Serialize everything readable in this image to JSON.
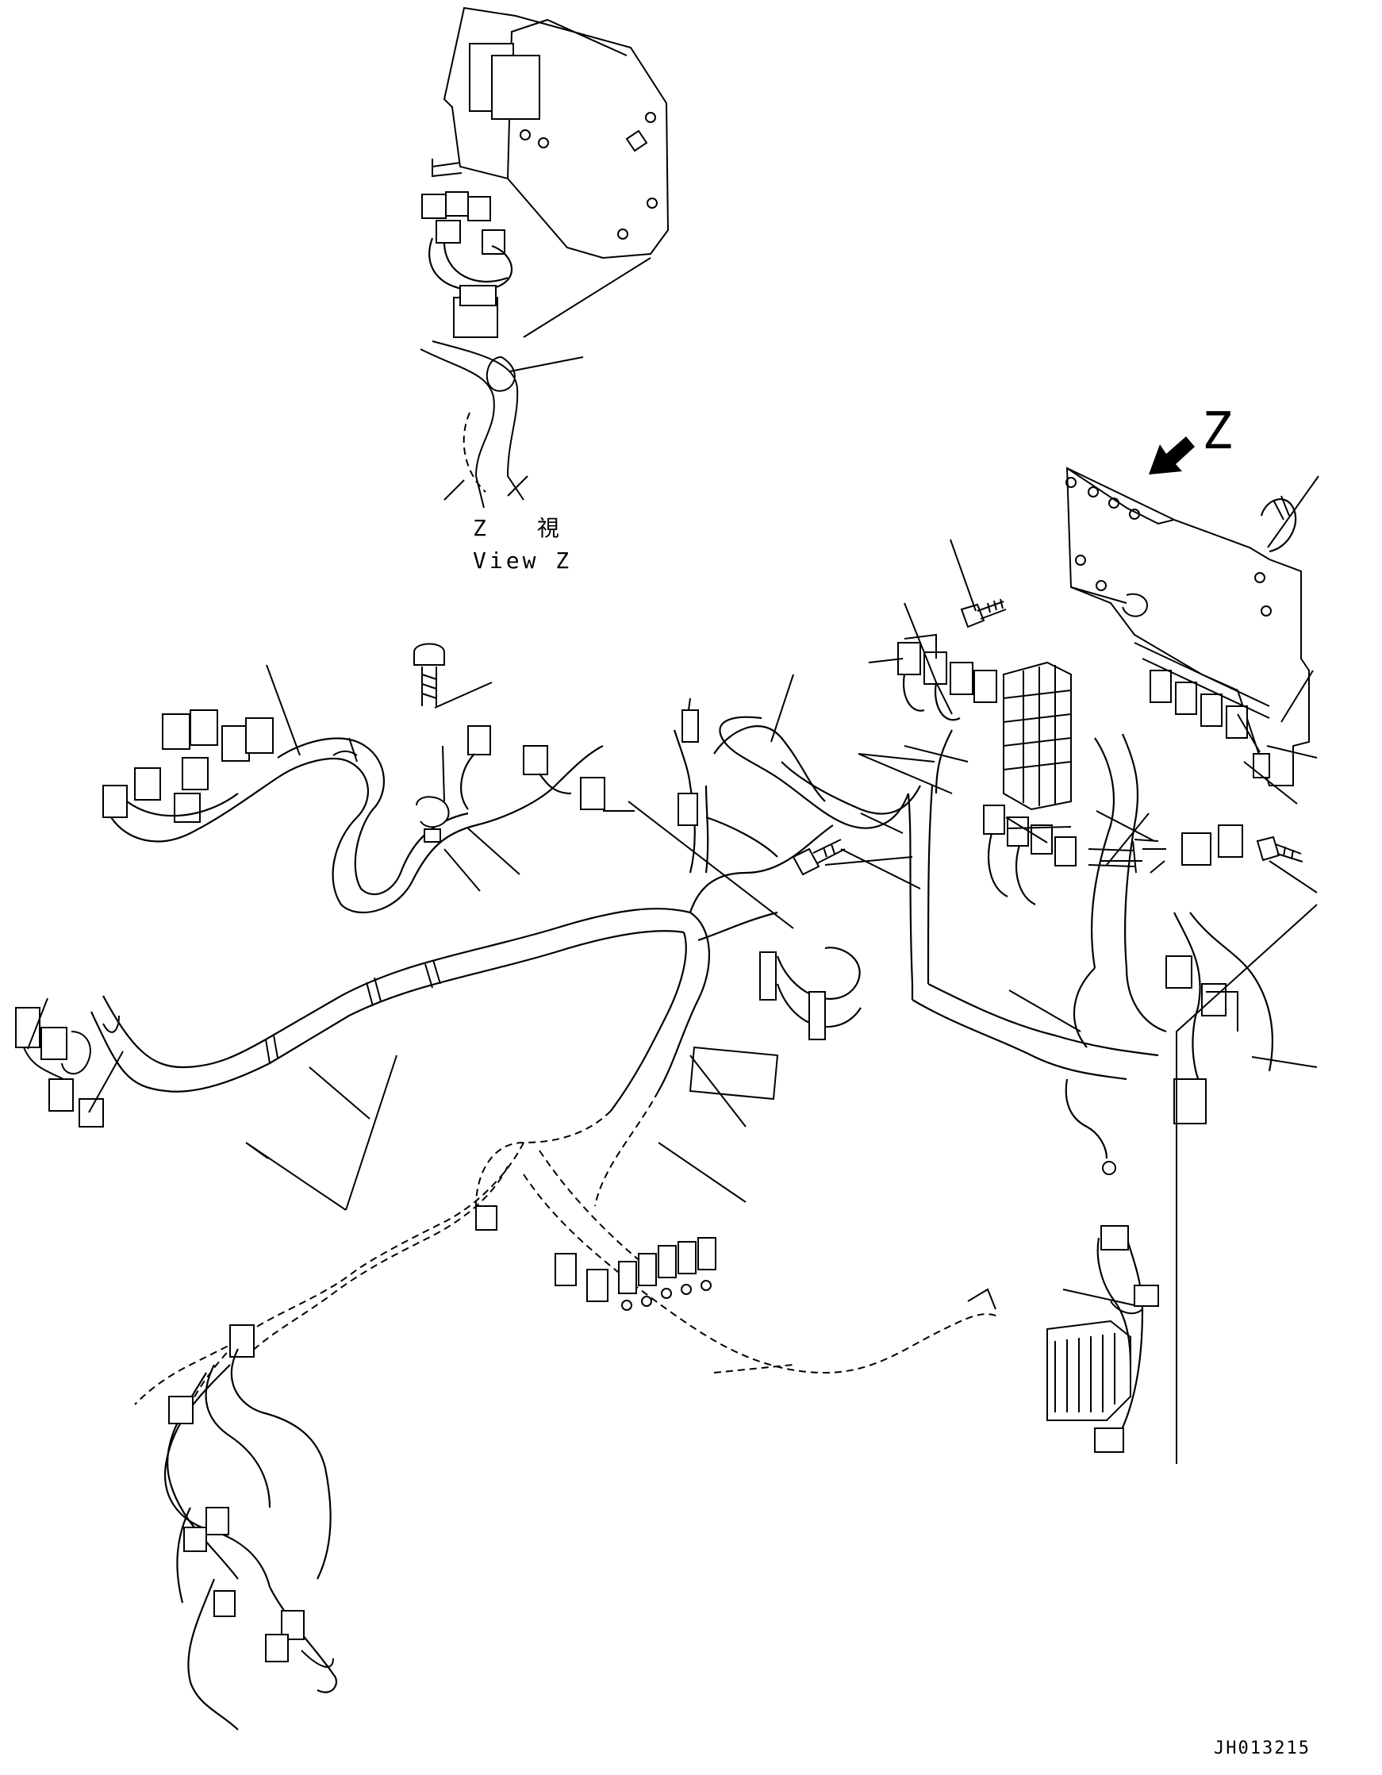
{
  "drawing": {
    "view_label_jp": "Z　視",
    "view_label_en": "View Z",
    "direction_letter": "Z",
    "drawing_number": "JH013215"
  }
}
